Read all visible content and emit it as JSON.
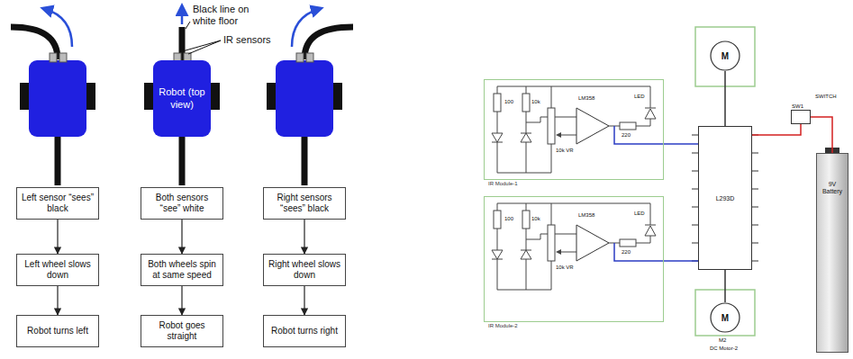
{
  "diagram": {
    "nodes": [
      {
        "text": [
          "Robot (top view)"
        ]
      },
      {
        "text": [
          "Left sensor “sees” black"
        ]
      },
      {
        "text": [
          "Both sensors “see” white"
        ]
      },
      {
        "text": [
          "Right sensors “sees” black"
        ]
      },
      {
        "text": [
          "Left wheel slows down"
        ]
      },
      {
        "text": [
          "Both wheels spin at same speed"
        ]
      },
      {
        "text": [
          "Right wheel slows down"
        ]
      },
      {
        "text": [
          "Robot turns left"
        ]
      },
      {
        "text": [
          "Robot goes straight"
        ]
      },
      {
        "text": [
          "Robot turns right"
        ]
      },
      {
        "text": [
          "IR Module-1"
        ]
      },
      {
        "text": [
          "IR Module-2"
        ]
      },
      {
        "text": [
          "L293D"
        ]
      },
      {
        "text": [
          "M"
        ]
      },
      {
        "text": [
          "M"
        ]
      },
      {
        "text": [
          "SW1"
        ]
      },
      {
        "text": [
          "9V Battery"
        ]
      }
    ],
    "edges": [
      {
        "from": 1,
        "to": 4,
        "arrow": "to"
      },
      {
        "from": 4,
        "to": 7,
        "arrow": "to"
      },
      {
        "from": 2,
        "to": 5,
        "arrow": "to"
      },
      {
        "from": 5,
        "to": 8,
        "arrow": "to"
      },
      {
        "from": 3,
        "to": 6,
        "arrow": "to"
      },
      {
        "from": 6,
        "to": 9,
        "arrow": "to"
      },
      {
        "from": 10,
        "to": 12,
        "arrow": "none"
      },
      {
        "from": 11,
        "to": 12,
        "arrow": "none"
      },
      {
        "from": 12,
        "to": 13,
        "arrow": "none"
      },
      {
        "from": 12,
        "to": 14,
        "arrow": "none"
      },
      {
        "from": 12,
        "to": 15,
        "arrow": "none"
      },
      {
        "from": 15,
        "to": 16,
        "arrow": "none"
      }
    ],
    "labels": [
      "Black line on white floor",
      "IR sensors",
      "100",
      "10k",
      "10k VR",
      "LM358",
      "LED",
      "220",
      "100",
      "10k",
      "10k VR",
      "LM358",
      "LED",
      "220",
      "M2",
      "DC Motor-2",
      "SWITCH"
    ]
  }
}
